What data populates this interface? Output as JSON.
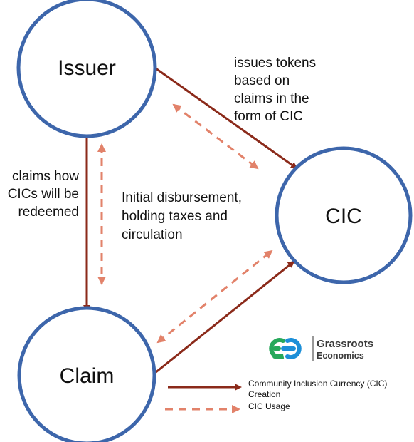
{
  "nodes": {
    "issuer": "Issuer",
    "cic": "CIC",
    "claim": "Claim"
  },
  "annotations": {
    "issuer_to_cic": [
      "issues tokens",
      "based on",
      "claims in the",
      "form of CIC"
    ],
    "issuer_to_claim": [
      "claims how",
      "CICs will be",
      "redeemed"
    ],
    "center": [
      "Initial disbursement,",
      "holding taxes and",
      "circulation"
    ]
  },
  "legend": {
    "solid": [
      "Community Inclusion Currency (CIC)",
      "Creation"
    ],
    "dashed": "CIC Usage"
  },
  "logo": {
    "line1": "Grassroots",
    "line2": "Economics"
  },
  "colors": {
    "circle_stroke": "#3d66ab",
    "solid_arrow": "#8b2a1a",
    "dashed_arrow": "#e2826a",
    "logo_green": "#26a85a",
    "logo_blue": "#1c8fd8"
  }
}
